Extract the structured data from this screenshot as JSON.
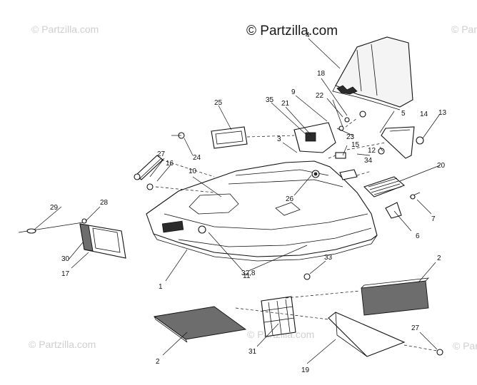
{
  "watermarks": {
    "main": "© Partzilla.com",
    "repeat": "© Partzilla.com"
  },
  "callouts": {
    "c1": "1",
    "c2a": "2",
    "c2b": "2",
    "c3": "3",
    "c4": "4",
    "c5": "5",
    "c6": "6",
    "c7": "7",
    "c9": "9",
    "c10": "10",
    "c11": "11",
    "c12": "12",
    "c13": "13",
    "c14": "14",
    "c15": "15",
    "c16": "16",
    "c17": "17",
    "c18": "18",
    "c19": "19",
    "c20": "20",
    "c21": "21",
    "c22": "22",
    "c23": "23",
    "c24": "24",
    "c25": "25",
    "c26": "26",
    "c27a": "27",
    "c27b": "27",
    "c28": "28",
    "c29": "29",
    "c30": "30",
    "c31": "31",
    "c32_8": "32,8",
    "c33": "33",
    "c34": "34",
    "c35": "35"
  }
}
